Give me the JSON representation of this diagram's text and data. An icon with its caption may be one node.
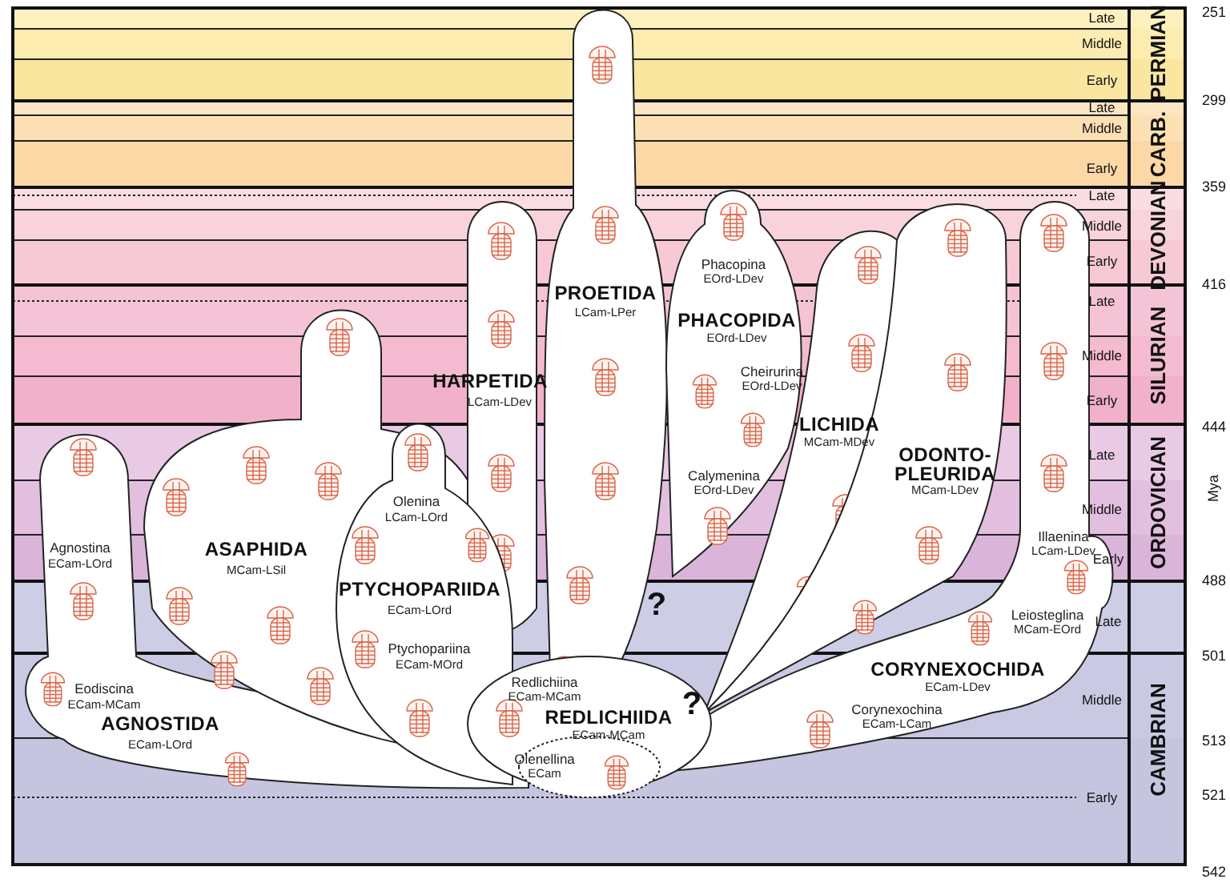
{
  "diagram": {
    "nodes": [
      {
        "text": [
          "Agnostina",
          "ECam-LOrd",
          "Eodiscina",
          "ECam-MCam",
          "AGNOSTIDA",
          "ECam-LOrd"
        ]
      },
      {
        "text": [
          "ASAPHIDA",
          "MCam-LSil"
        ]
      },
      {
        "text": [
          "Olenina",
          "LCam-LOrd",
          "PTYCHOPARIIDA",
          "ECam-LOrd",
          "Ptychopariina",
          "ECam-MOrd"
        ]
      },
      {
        "text": [
          "HARPETIDA",
          "LCam-LDev"
        ]
      },
      {
        "text": [
          "PROETIDA",
          "LCam-LPer"
        ]
      },
      {
        "text": [
          "Phacopina",
          "EOrd-LDev",
          "PHACOPIDA",
          "EOrd-LDev",
          "Cheirurina",
          "EOrd-LDev",
          "Calymenina",
          "EOrd-LDev"
        ]
      },
      {
        "text": [
          "LICHIDA",
          "MCam-MDev"
        ]
      },
      {
        "text": [
          "ODONTO- PLEURIDA",
          "MCam-LDev"
        ]
      },
      {
        "text": [
          "Illaenina",
          "LCam-LDev",
          "Leiosteglina",
          "MCam-EOrd",
          "CORYNEXOCHIDA",
          "ECam-LDev",
          "Corynexochina",
          "ECam-LCam"
        ]
      },
      {
        "text": [
          "Redlichiina",
          "ECam-MCam",
          "REDLICHIIDA",
          "ECam-MCam"
        ]
      },
      {
        "text": [
          "Olenellina",
          "ECam"
        ],
        "in": 9
      }
    ],
    "labels": [
      "?",
      "?",
      "251",
      "Late",
      "Middle",
      "PERMIAN",
      "Early",
      "299",
      "Late",
      "Middle",
      "CARB.",
      "Early",
      "359",
      "Late",
      "Middle",
      "DEVONIAN",
      "Early",
      "416",
      "Late",
      "Middle",
      "SILURIAN",
      "Early",
      "444",
      "Late",
      "Mya",
      "ORDOVICIAN",
      "Middle",
      "Early",
      "488",
      "Late",
      "501",
      "Middle",
      "CAMBRIAN",
      "513",
      "521",
      "Early",
      "542"
    ]
  }
}
